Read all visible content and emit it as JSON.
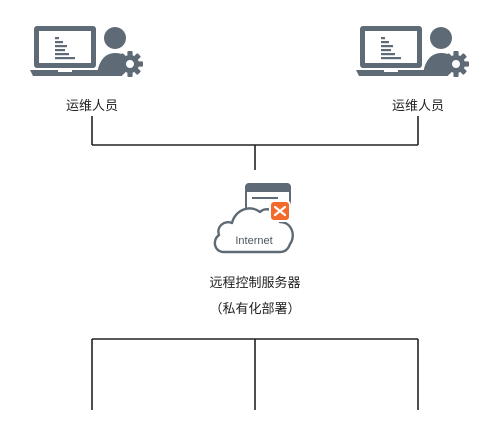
{
  "operators": [
    {
      "label": "运维人员",
      "icon": "operator-laptop-gear-icon"
    },
    {
      "label": "运维人员",
      "icon": "operator-laptop-gear-icon"
    }
  ],
  "server": {
    "icon": "cloud-server-icon",
    "cloud_text": "Internet",
    "name": "远程控制服务器",
    "note": "（私有化部署）"
  },
  "colors": {
    "icon_gray": "#5e6a75",
    "line": "#222222",
    "accent_orange": "#f26b2c"
  }
}
